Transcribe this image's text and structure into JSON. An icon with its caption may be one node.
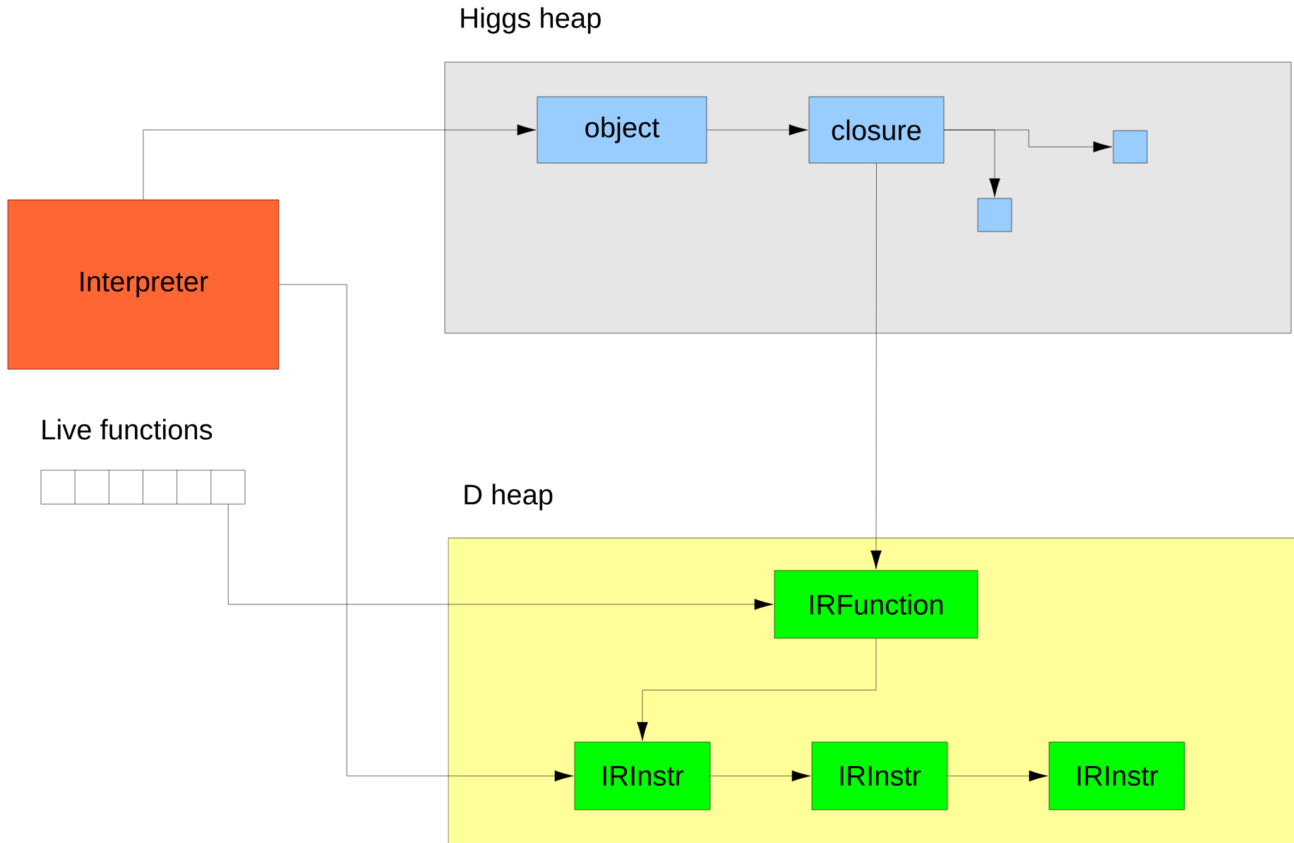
{
  "diagram": {
    "nodes": [
      {
        "text": [
          "Higgs heap"
        ]
      },
      {
        "text": [
          "object"
        ],
        "in": 0
      },
      {
        "text": [
          "closure"
        ],
        "in": 0
      },
      {
        "text": [],
        "shape": "box",
        "in": 0
      },
      {
        "text": [],
        "shape": "box",
        "in": 0
      },
      {
        "text": [
          "Interpreter"
        ]
      },
      {
        "text": [
          "Live functions"
        ]
      },
      {
        "text": [
          "D heap"
        ]
      },
      {
        "text": [
          "IRFunction"
        ],
        "in": 7
      },
      {
        "text": [
          "IRInstr"
        ],
        "in": 7
      },
      {
        "text": [
          "IRInstr"
        ],
        "in": 7
      },
      {
        "text": [
          "IRInstr"
        ],
        "in": 7
      }
    ],
    "edges": [
      {
        "from": 5,
        "to": 1,
        "arrow": "to"
      },
      {
        "from": 1,
        "to": 2,
        "arrow": "to"
      },
      {
        "from": 2,
        "to": 3,
        "arrow": "to"
      },
      {
        "from": 2,
        "to": 4,
        "arrow": "to"
      },
      {
        "from": 2,
        "to": 8,
        "arrow": "to"
      },
      {
        "from": 6,
        "to": 8,
        "arrow": "to"
      },
      {
        "from": 5,
        "to": 9,
        "arrow": "to"
      },
      {
        "from": 8,
        "to": 9,
        "arrow": "to"
      },
      {
        "from": 9,
        "to": 10,
        "arrow": "to"
      },
      {
        "from": 10,
        "to": 11,
        "arrow": "to"
      }
    ]
  }
}
